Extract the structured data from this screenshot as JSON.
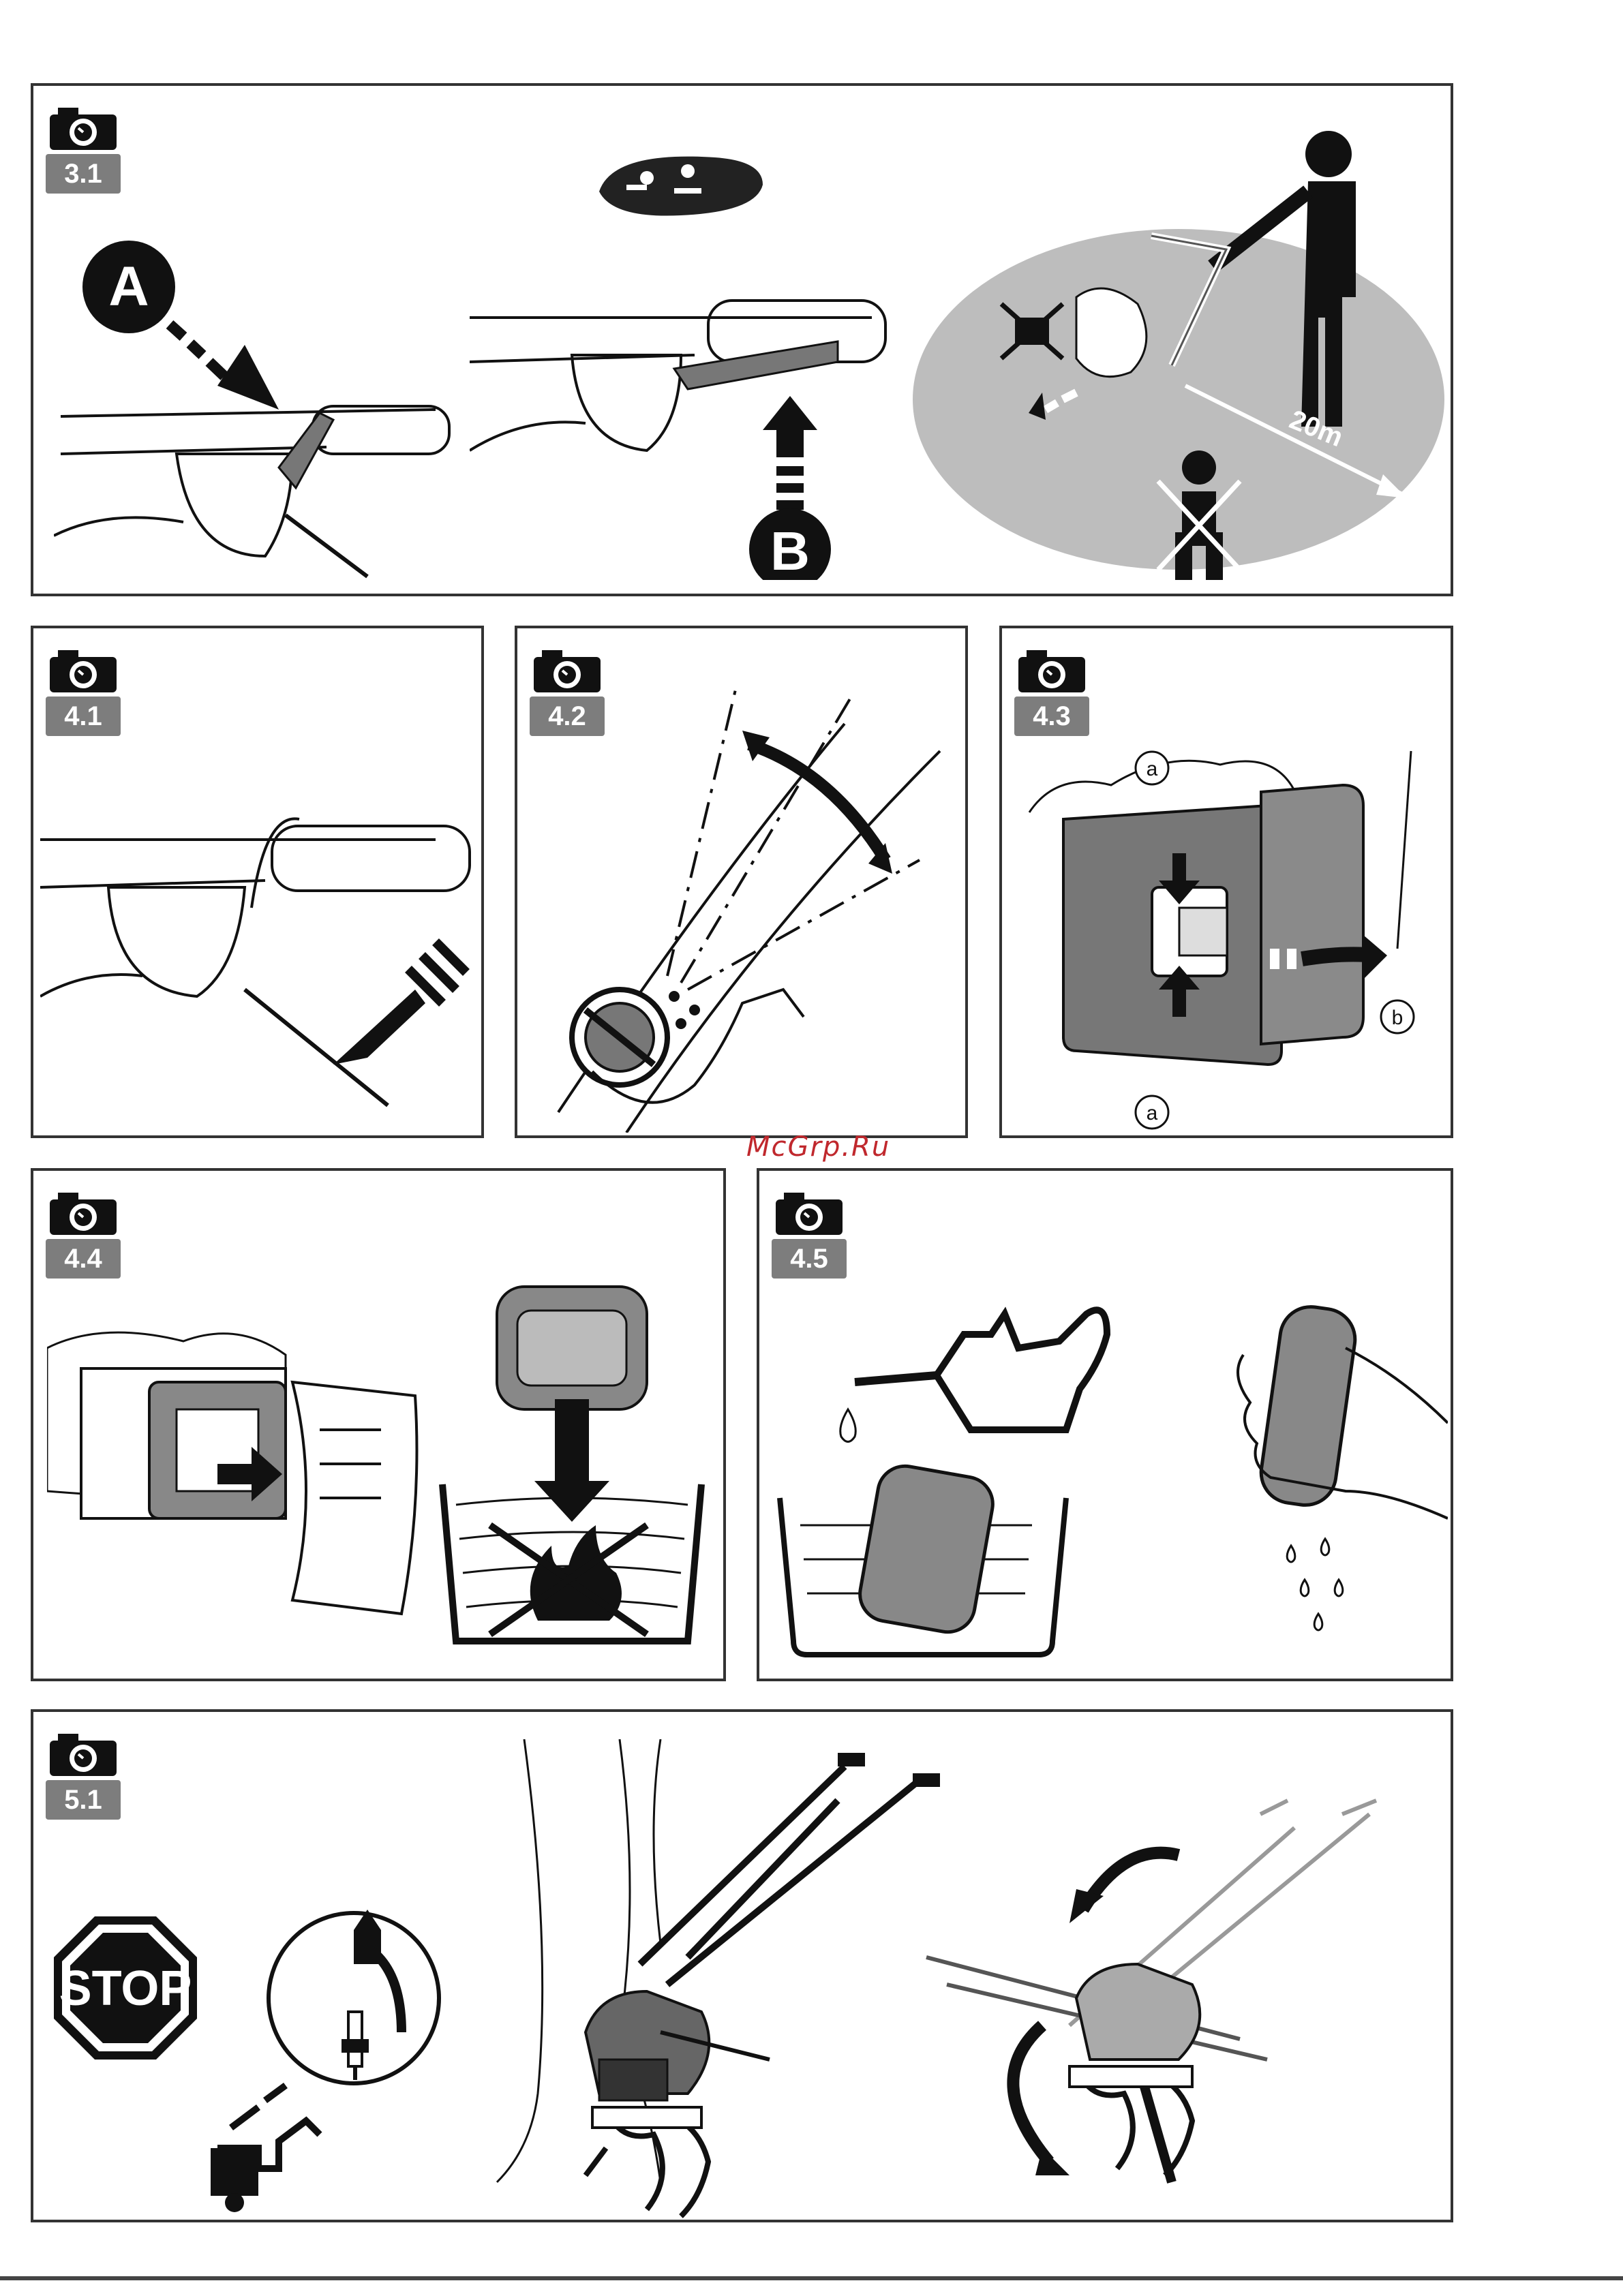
{
  "watermark": "McGrp.Ru",
  "panels": [
    {
      "id": "3.1",
      "label": "3.1",
      "callouts": {
        "a": "A",
        "b": "B",
        "distance": "20m"
      }
    },
    {
      "id": "4.1",
      "label": "4.1"
    },
    {
      "id": "4.2",
      "label": "4.2"
    },
    {
      "id": "4.3",
      "label": "4.3",
      "callouts": {
        "a_top": "a",
        "a_bottom": "a",
        "b": "b"
      }
    },
    {
      "id": "4.4",
      "label": "4.4"
    },
    {
      "id": "4.5",
      "label": "4.5"
    },
    {
      "id": "5.1",
      "label": "5.1",
      "stop_sign": "STOP"
    }
  ],
  "icons": [
    "camera-icon",
    "warning-decal-icon",
    "arrow-icon",
    "oil-can-icon",
    "stop-sign-icon",
    "spark-plug-icon"
  ],
  "colors": {
    "frame": "#333333",
    "badge": "#7d7d7d",
    "watermark": "#c0282d",
    "zone": "#bdbdbd"
  }
}
